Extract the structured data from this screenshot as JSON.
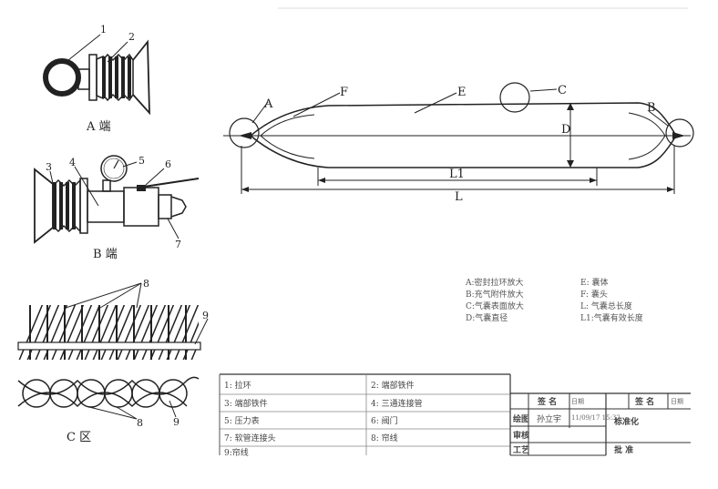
{
  "views": {
    "a_end": {
      "caption": "A 端",
      "callouts": [
        "1",
        "2"
      ]
    },
    "b_end": {
      "caption": "B 端",
      "callouts": [
        "3",
        "4",
        "5",
        "6",
        "7"
      ]
    },
    "c_zone": {
      "caption": "C 区",
      "callouts": [
        "8",
        "9",
        "8",
        "9"
      ]
    }
  },
  "main_view": {
    "labels": {
      "a": "A",
      "b": "B",
      "c": "C",
      "d": "D",
      "e": "E",
      "f": "F"
    },
    "dimensions": {
      "l1": "L1",
      "l": "L"
    }
  },
  "legend": {
    "left": [
      "A:密封拉环放大",
      "B:充气附件放大",
      "C:气囊表面放大",
      "D:气囊直径"
    ],
    "right": [
      "E:  囊体",
      "F:  囊头",
      "L:  气囊总长度",
      "L1:气囊有效长度"
    ]
  },
  "parts_table": [
    [
      "1: 拉环",
      "2: 端部铁件"
    ],
    [
      "3: 端部铁件",
      "4: 三通连接管"
    ],
    [
      "5: 压力表",
      "6: 阀门"
    ],
    [
      "7: 软管连接头",
      "8: 帘线"
    ],
    [
      "9:帘线",
      ""
    ]
  ],
  "title_block": {
    "sign": "签 名",
    "drawn": "绘图",
    "drawn_by": "孙立宇",
    "date": "11/09/17 15:32",
    "checked": "审核",
    "process": "工艺",
    "std_check": "标准化",
    "approve": "批 准",
    "small_left": "日期",
    "small_right": "日期"
  }
}
